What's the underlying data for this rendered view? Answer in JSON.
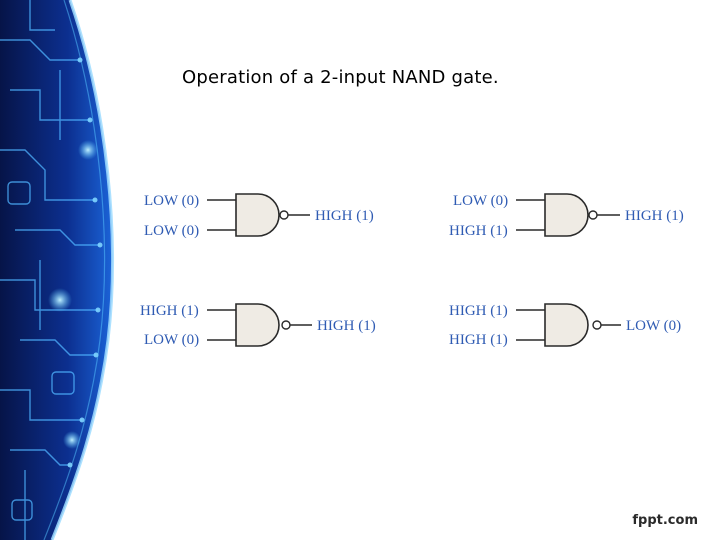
{
  "title": "Operation of a 2-input NAND gate.",
  "colors": {
    "label": "#2f5bb3",
    "gate_fill": "#efebe4",
    "gate_stroke": "#2a2a2a",
    "side_dark": "#0a1f6b",
    "side_mid": "#1550c8",
    "side_glow": "#56c6ff"
  },
  "gates": [
    {
      "input_a": "LOW (0)",
      "input_b": "LOW (0)",
      "output": "HIGH (1)"
    },
    {
      "input_a": "LOW (0)",
      "input_b": "HIGH (1)",
      "output": "HIGH (1)"
    },
    {
      "input_a": "HIGH (1)",
      "input_b": "LOW (0)",
      "output": "HIGH (1)"
    },
    {
      "input_a": "HIGH (1)",
      "input_b": "HIGH (1)",
      "output": "LOW (0)"
    }
  ],
  "logo_text": "fppt.com"
}
